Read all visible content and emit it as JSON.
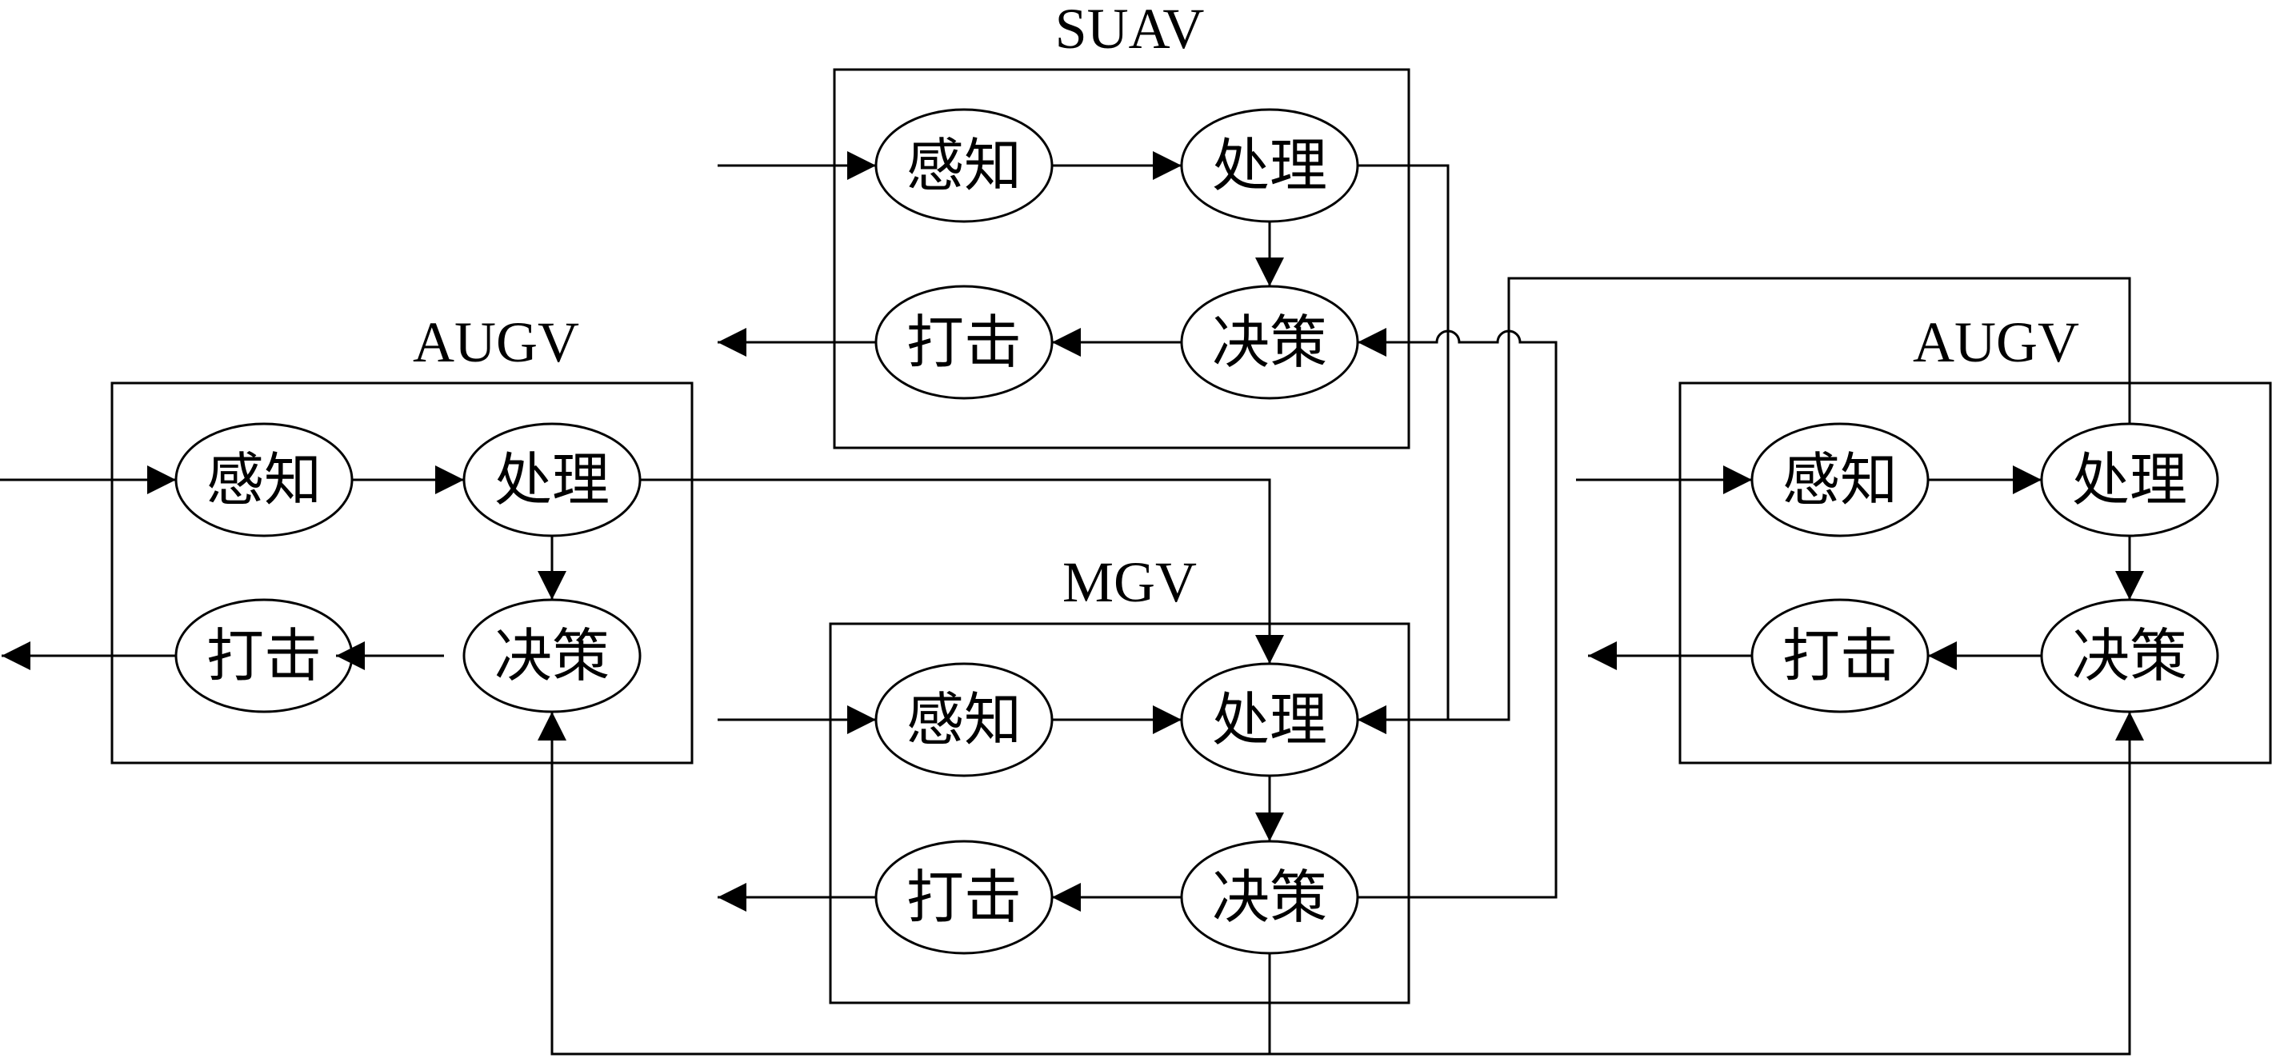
{
  "units": {
    "suav": {
      "title": "SUAV",
      "sense": "感知",
      "process": "处理",
      "decide": "决策",
      "strike": "打击"
    },
    "augv_left": {
      "title": "AUGV",
      "sense": "感知",
      "process": "处理",
      "decide": "决策",
      "strike": "打击"
    },
    "mgv": {
      "title": "MGV",
      "sense": "感知",
      "process": "处理",
      "decide": "决策",
      "strike": "打击"
    },
    "augv_right": {
      "title": "AUGV",
      "sense": "感知",
      "process": "处理",
      "decide": "决策",
      "strike": "打击"
    }
  }
}
